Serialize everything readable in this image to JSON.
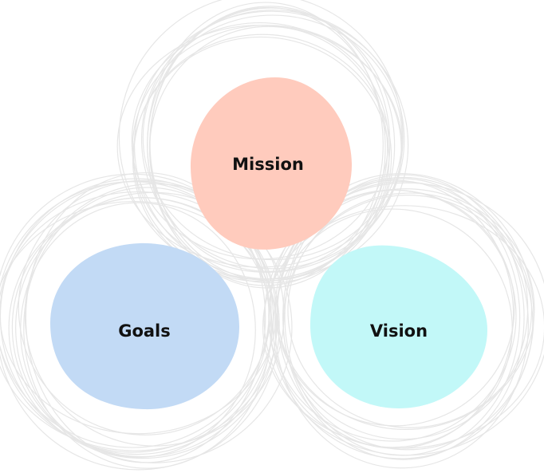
{
  "nodes": [
    {
      "id": "mission",
      "label": "Mission",
      "color": "#ffcbbd"
    },
    {
      "id": "goals",
      "label": "Goals",
      "color": "#c2daf5"
    },
    {
      "id": "vision",
      "label": "Vision",
      "color": "#c2f8f8"
    }
  ],
  "sketch_color": "#e6e6e6"
}
